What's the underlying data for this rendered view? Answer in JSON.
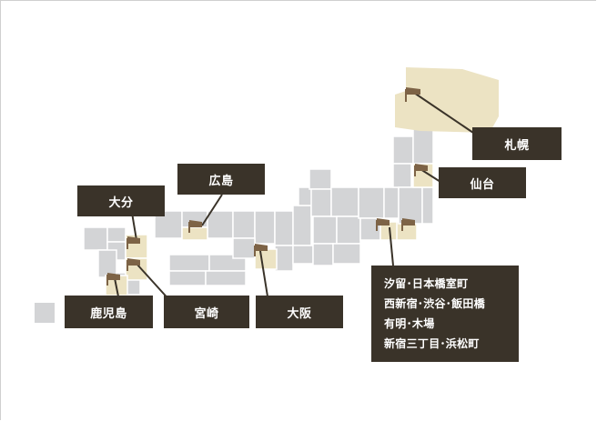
{
  "map": {
    "colors": {
      "land": "#d3d4d6",
      "highlight": "#ece3c3",
      "marker": "#7d6346",
      "label_bg": "#3a3329",
      "label_text": "#ffffff"
    },
    "labels": {
      "sapporo": "札幌",
      "sendai": "仙台",
      "hiroshima": "広島",
      "oita": "大分",
      "tokyo_lines": [
        "汐留･日本橋室町",
        "西新宿･渋谷･飯田橋",
        "有明･木場",
        "新宿三丁目･浜松町"
      ],
      "osaka": "大阪",
      "miyazaki": "宮崎",
      "kagoshima": "鹿児島"
    },
    "markers": [
      "flag-marker"
    ]
  }
}
